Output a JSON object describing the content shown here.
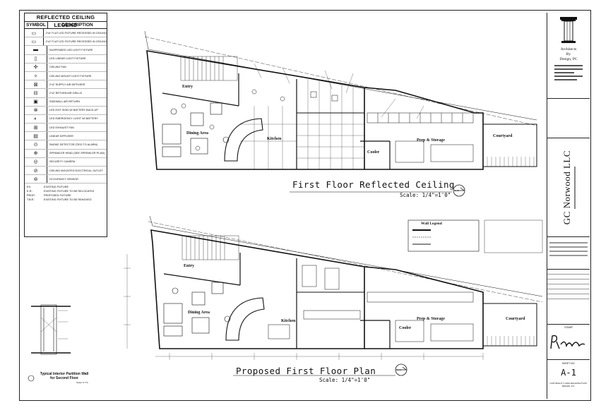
{
  "legend": {
    "title": "REFLECTED CEILING LEGEND",
    "col_symbol": "SYMBOL",
    "col_description": "DESCRIPTION",
    "rows": [
      {
        "icon": "surface-light-icon",
        "desc": "2'x4' FLAT LED FIXTURE RECESSED IN CEILING"
      },
      {
        "icon": "surface-light-icon",
        "desc": "2'x2' FLAT LED FIXTURE RECESSED IN CEILING"
      },
      {
        "icon": "suspended-light-icon",
        "desc": "SUSPENDED LED LIGHT FIXTURE"
      },
      {
        "icon": "strip-light-icon",
        "desc": "LED LINEAR LIGHT FIXTURE"
      },
      {
        "icon": "fan-icon",
        "desc": "CEILING FAN"
      },
      {
        "icon": "pendant-icon",
        "desc": "CEILING MOUNT LIGHT FIXTURE"
      },
      {
        "icon": "diffuser-icon",
        "desc": "2'x2' SUPPLY AIR DIFFUSER"
      },
      {
        "icon": "return-icon",
        "desc": "2'x2' RETURN AIR GRILLE"
      },
      {
        "icon": "exhaust-icon",
        "desc": "SIDEWALL AIR RETURN"
      },
      {
        "icon": "exit-sign-icon",
        "desc": "LED EXIT SIGN W/ BATTERY BACK-UP"
      },
      {
        "icon": "emergency-light-icon",
        "desc": "LED EMERGENCY LIGHT W/ BATTERY"
      },
      {
        "icon": "exhaust-fan-icon",
        "desc": "LED EXHAUST FAN"
      },
      {
        "icon": "linear-diffuser-icon",
        "desc": "LINEAR DIFFUSER"
      },
      {
        "icon": "smoke-detector-icon",
        "desc": "SMOKE DETECTOR (TIED TO ALARM)"
      },
      {
        "icon": "sprinkler-icon",
        "desc": "SPRINKLER HEAD (SEE SPRINKLER PLAN)"
      },
      {
        "icon": "camera-icon",
        "desc": "SECURITY CAMERA"
      },
      {
        "icon": "outlet-icon",
        "desc": "CEILING MOUNTED ELECTRICAL OUTLET"
      },
      {
        "icon": "occupancy-sensor-icon",
        "desc": "OCCUPANCY SENSOR"
      }
    ],
    "notes": [
      {
        "code": "EX:",
        "text": "EXISTING FIXTURE"
      },
      {
        "code": "E.R.:",
        "text": "EXISTING FIXTURE TO BE RELOCATED"
      },
      {
        "code": "PROP.:",
        "text": "PROPOSED FIXTURE"
      },
      {
        "code": "T.B.R.:",
        "text": "EXISTING FIXTURE TO BE REMOVED"
      }
    ]
  },
  "plan_top": {
    "title": "First Floor Reflected Ceiling",
    "scale": "Scale: 1/4\"=1'0\"",
    "north": "North",
    "rooms": {
      "entry": "Entry",
      "dining": "Dining Area",
      "kitchen": "Kitchen",
      "cooler": "Cooler",
      "prep": "Prep & Storage",
      "courtyard": "Courtyard"
    }
  },
  "plan_bottom": {
    "title": "Proposed First Floor Plan",
    "scale": "Scale: 1/4\"=1'0\"",
    "north": "North",
    "rooms": {
      "entry": "Entry",
      "dining": "Dining Area",
      "kitchen": "Kitchen",
      "cooler": "Cooler",
      "prep": "Prep & Storage",
      "courtyard": "Courtyard"
    }
  },
  "wall_legend": {
    "title": "Wall Legend"
  },
  "partition_detail": {
    "title": "Typical Interior Partition Wall for Second Floor",
    "scale": "Scale: N.T.S."
  },
  "title_block": {
    "firm_line1": "Architects",
    "firm_line2": "By",
    "firm_line3": "Design, PC",
    "project_name": "GC Norwood LLC",
    "stamp_label": "STAMP",
    "sheet_no_label": "SHEET NO.",
    "sheet_number": "A-1",
    "copyright": "COPYRIGHT © 2022 ARCHITECTS BY DESIGN, P.C."
  }
}
